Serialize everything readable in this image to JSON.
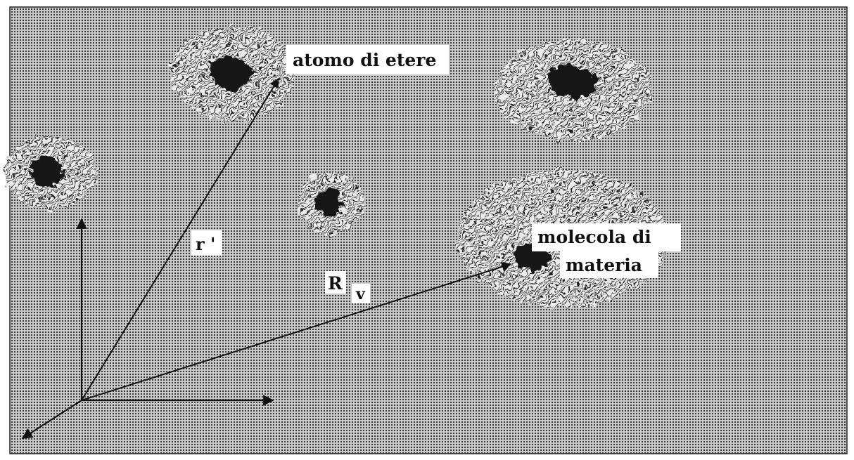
{
  "labels": {
    "ether_atom": "atomo di etere",
    "matter_molecule_line1": "molecola di",
    "matter_molecule_line2": "materia",
    "r_prime": "r '",
    "R_main": "R",
    "R_sub": "v"
  },
  "colors": {
    "background_dot": "#3a3a3a",
    "paper": "#ffffff",
    "cloud": "#1a1a1a",
    "nucleus": "#161616",
    "ink": "#111111"
  }
}
